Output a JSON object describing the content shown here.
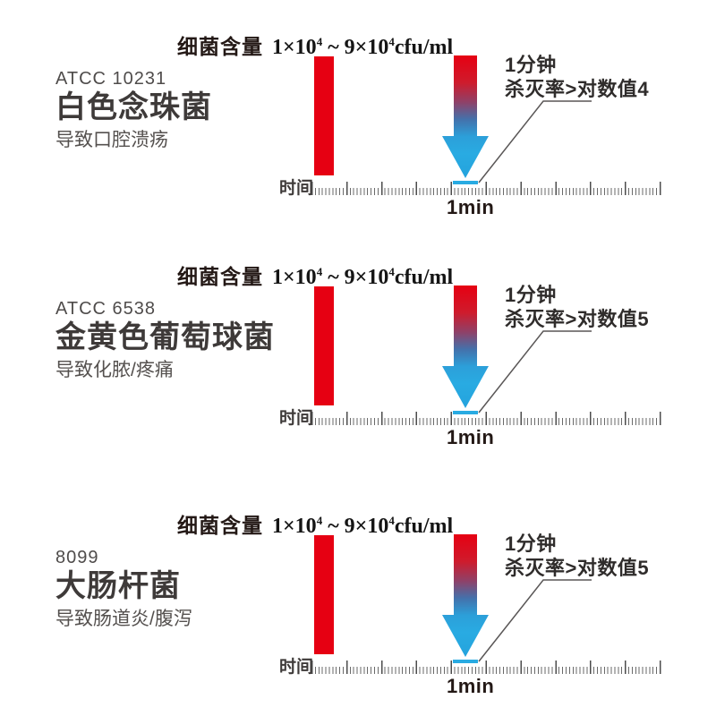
{
  "colors": {
    "background": "#ffffff",
    "bar_red": "#e60012",
    "arrow_blue": "#29abe2",
    "text_dark": "#3e3a39",
    "text_gray": "#55514f",
    "leader_line": "#5a5757"
  },
  "header": {
    "label": "细菌含量",
    "formula": {
      "pre": "1×10",
      "sup1": "4",
      "mid": " ~ 9×10",
      "sup2": "4",
      "post": "cfu/ml"
    }
  },
  "axis": {
    "time_label": "时间",
    "tick_label": "1min"
  },
  "sections": [
    {
      "code": "ATCC 10231",
      "name": "白色念珠菌",
      "effect": "导致口腔溃疡",
      "callout_line1": "1分钟",
      "callout_line2": "杀灭率>对数值4"
    },
    {
      "code": "ATCC 6538",
      "name": "金黄色葡萄球菌",
      "effect": "导致化脓/疼痛",
      "callout_line1": "1分钟",
      "callout_line2": "杀灭率>对数值5"
    },
    {
      "code": "8099",
      "name": "大肠杆菌",
      "effect": "导致肠道炎/腹泻",
      "callout_line1": "1分钟",
      "callout_line2": "杀灭率>对数值5"
    }
  ],
  "chart_data": [
    {
      "type": "bar",
      "title": "细菌含量 1×10⁴ ~ 9×10⁴cfu/ml",
      "organism": "白色念珠菌",
      "strain": "ATCC 10231",
      "harm": "导致口腔溃疡",
      "initial_load": "1×10⁴ ~ 9×10⁴ cfu/ml",
      "xlabel": "时间",
      "marked_time": "1min",
      "annotation": "1分钟 杀灭率>对数值4",
      "kill_log_reduction": 4
    },
    {
      "type": "bar",
      "title": "细菌含量 1×10⁴ ~ 9×10⁴cfu/ml",
      "organism": "金黄色葡萄球菌",
      "strain": "ATCC 6538",
      "harm": "导致化脓/疼痛",
      "initial_load": "1×10⁴ ~ 9×10⁴ cfu/ml",
      "xlabel": "时间",
      "marked_time": "1min",
      "annotation": "1分钟 杀灭率>对数值5",
      "kill_log_reduction": 5
    },
    {
      "type": "bar",
      "title": "细菌含量 1×10⁴ ~ 9×10⁴cfu/ml",
      "organism": "大肠杆菌",
      "strain": "8099",
      "harm": "导致肠道炎/腹泻",
      "initial_load": "1×10⁴ ~ 9×10⁴ cfu/ml",
      "xlabel": "时间",
      "marked_time": "1min",
      "annotation": "1分钟 杀灭率>对数值5",
      "kill_log_reduction": 5
    }
  ]
}
